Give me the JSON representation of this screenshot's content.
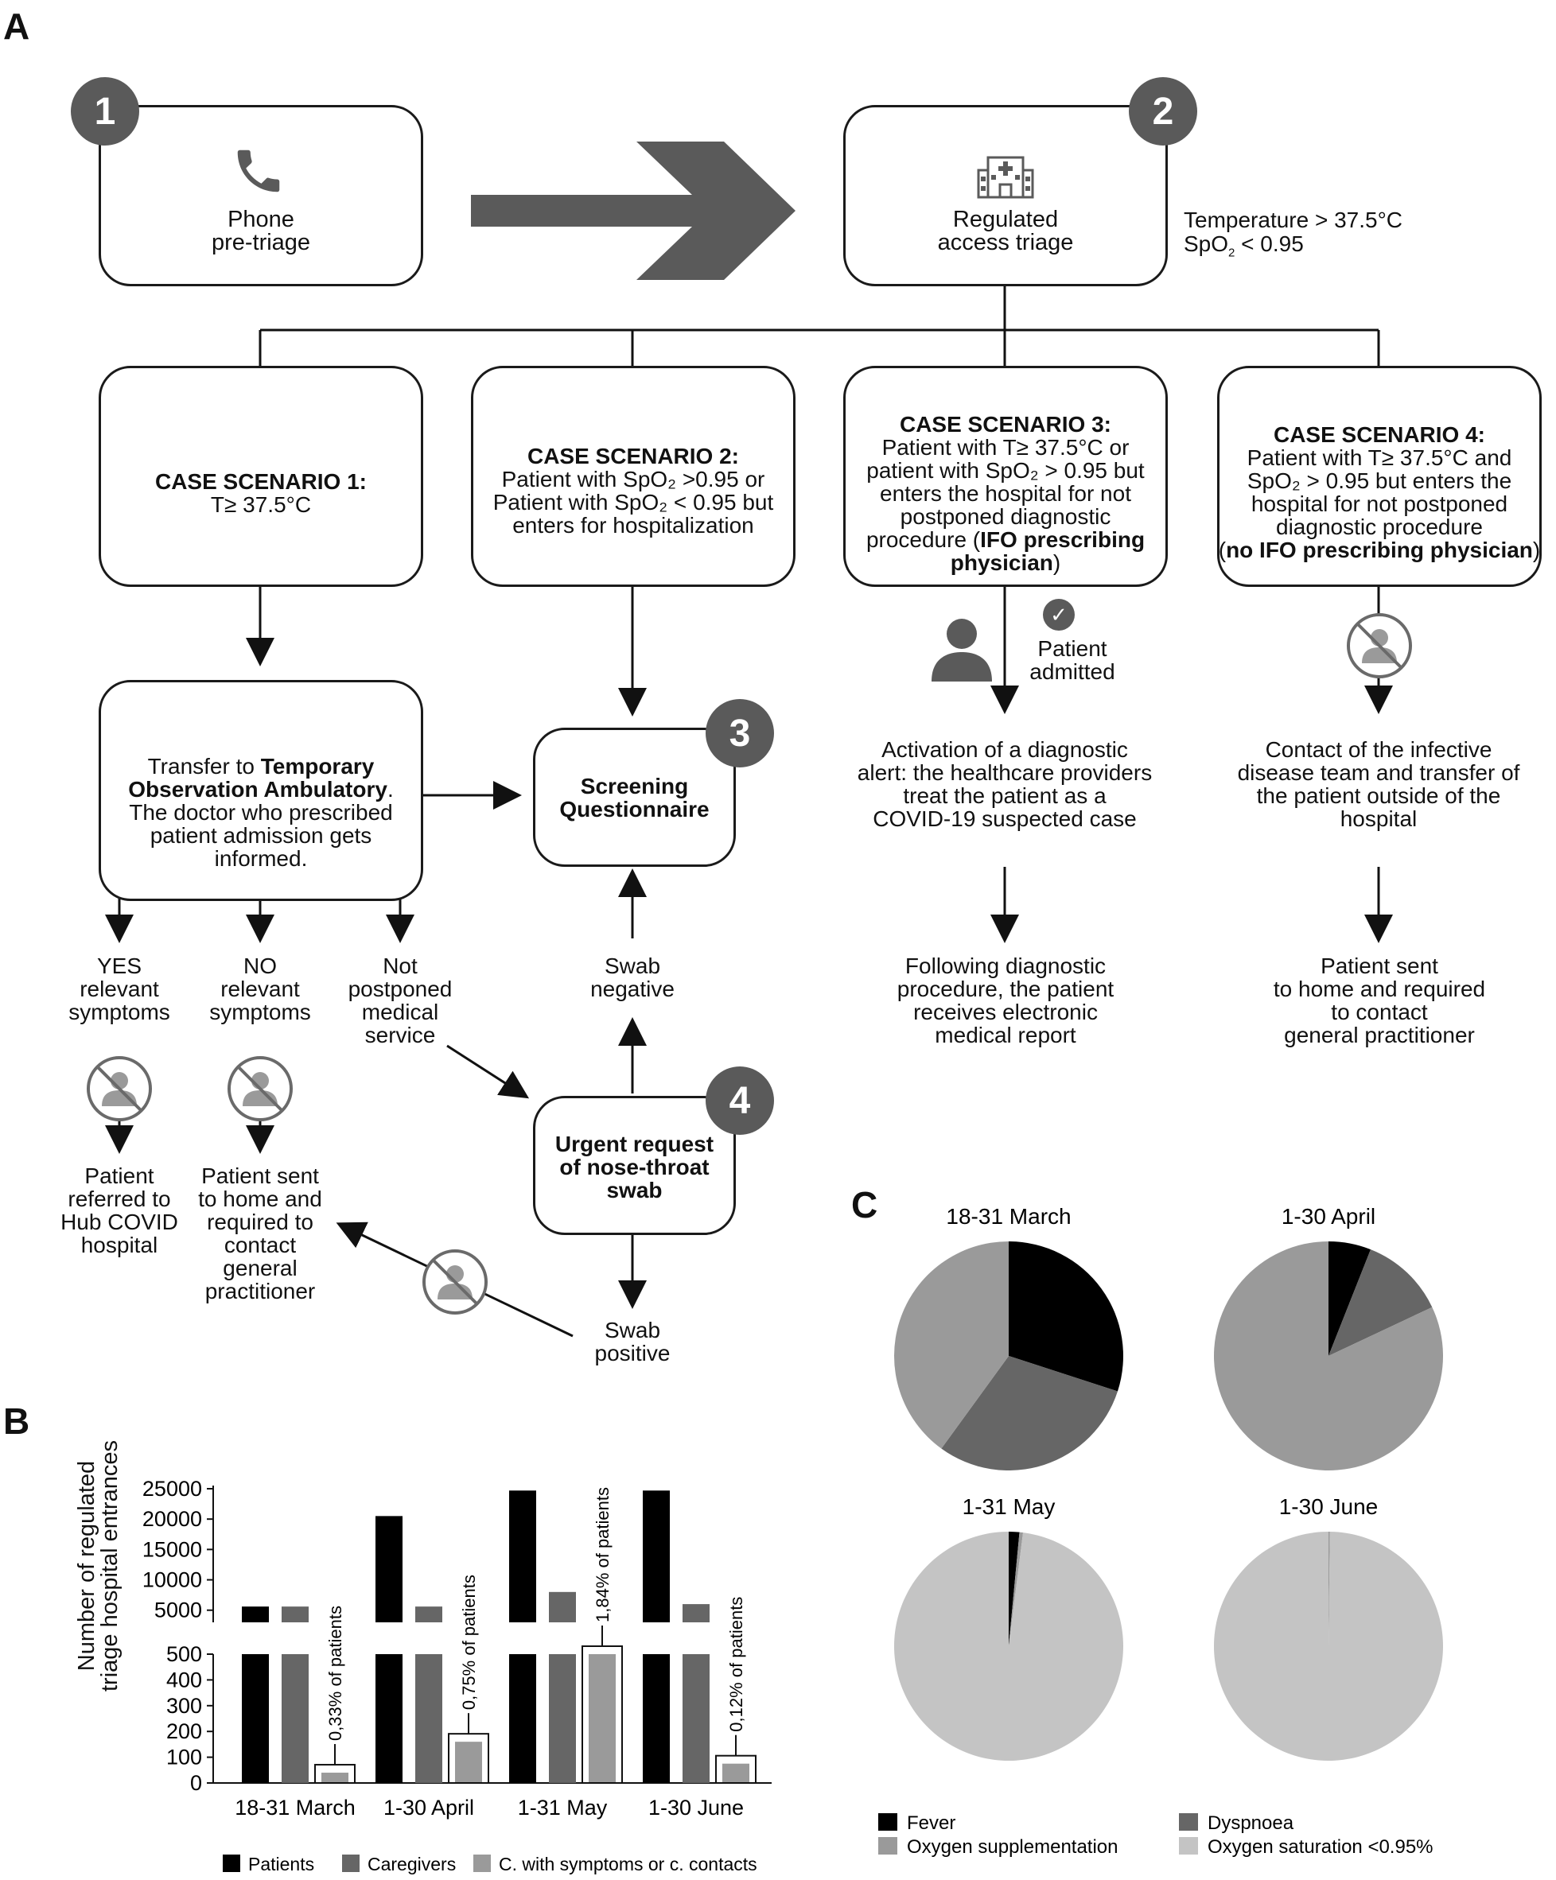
{
  "panels": {
    "a": "A",
    "b": "B",
    "c": "C"
  },
  "steps": {
    "s1": {
      "number": "1",
      "label": "Phone\npre-triage",
      "icon": "phone-icon"
    },
    "s2": {
      "number": "2",
      "label": "Regulated\naccess triage",
      "icon": "hospital-icon"
    },
    "criteria_line1": "Temperature > 37.5°C",
    "criteria_line2_prefix": "SpO",
    "criteria_line2_sub": "2",
    "criteria_line2_suffix": " < 0.95"
  },
  "scenarios": {
    "sc1": {
      "title": "CASE SCENARIO 1:",
      "body": "T≥ 37.5°C"
    },
    "sc2": {
      "title": "CASE SCENARIO 2:",
      "body": "Patient with SpO₂ >0.95 or\nPatient with SpO₂ < 0.95 but\nenters for hospitalization"
    },
    "sc3": {
      "title": "CASE SCENARIO 3:",
      "body": "Patient with T≥ 37.5°C or\npatient with SpO₂ > 0.95 but\nenters the hospital for not\npostponed diagnostic\nprocedure (",
      "bold": "IFO prescribing\nphysician",
      "tail": ")"
    },
    "sc4": {
      "title": "CASE SCENARIO 4:",
      "body": "Patient with T≥ 37.5°C and\nSpO₂ > 0.95 but enters the\nhospital for not postponed\ndiagnostic procedure\n(",
      "bold": "no IFO prescribing physician",
      "tail": ")"
    }
  },
  "transfer": {
    "pre": "Transfer to ",
    "bold": "Temporary\nObservation Ambulatory",
    "post": ".\nThe doctor who prescribed\npatient admission gets\ninformed."
  },
  "screening": {
    "number": "3",
    "label": "Screening\nQuestionnaire"
  },
  "urgent": {
    "number": "4",
    "label": "Urgent request\nof nose-throat\nswab"
  },
  "branches": {
    "yes": "YES\nrelevant\nsymptoms",
    "no": "NO\nrelevant\nsymptoms",
    "not_postponed": "Not\npostponed\nmedical\nservice",
    "hub": "Patient\nreferred to\nHub COVID\nhospital",
    "home": "Patient sent\nto home and\nrequired to\ncontact\ngeneral\npractitioner",
    "swab_neg": "Swab\nnegative",
    "swab_pos": "Swab\npositive",
    "admitted": "Patient\nadmitted",
    "alert": "Activation of a diagnostic\nalert: the healthcare providers\ntreat the patient as a\nCOVID-19 suspected case",
    "report": "Following diagnostic\nprocedure, the patient\nreceives electronic\nmedical report",
    "contact_team": "Contact of the infective\ndisease team and transfer of\nthe patient outside of the\nhospital",
    "sent_home": "Patient sent\nto home and required\nto contact\ngeneral practitioner",
    "check": "✓"
  },
  "chart_data": [
    {
      "type": "bar",
      "ylabel": "Number of regulated\ntriage hospital entrances",
      "categories": [
        "18-31 March",
        "1-30 April",
        "1-31 May",
        "1-30 June"
      ],
      "series": [
        {
          "name": "Patients",
          "values": [
            5600,
            20500,
            24700,
            24700
          ],
          "color": "#000000"
        },
        {
          "name": "Caregivers",
          "values": [
            5600,
            5600,
            8000,
            6000
          ],
          "color": "#666666"
        },
        {
          "name": "C. with symptoms or c. contacts",
          "values": [
            40,
            160,
            500,
            75
          ],
          "color": "#9a9a9a"
        }
      ],
      "upper_ticks": [
        "25000",
        "20000",
        "15000",
        "10000",
        "5000"
      ],
      "lower_ticks": [
        "500",
        "400",
        "300",
        "200",
        "100",
        "0"
      ],
      "annotations": [
        "0,33% of patients",
        "0,75% of patients",
        "1,84% of patients",
        "0,12% of patients"
      ]
    },
    {
      "type": "pie",
      "charts": [
        {
          "title": "18-31 March",
          "values": [
            0.3,
            0.3,
            0.4,
            0.0
          ]
        },
        {
          "title": "1-30 April",
          "values": [
            0.06,
            0.12,
            0.82,
            0.0
          ]
        },
        {
          "title": "1-31 May",
          "values": [
            0.015,
            0.0,
            0.005,
            0.98
          ]
        },
        {
          "title": "1-30 June",
          "values": [
            0.0,
            0.0,
            0.002,
            0.998
          ]
        }
      ],
      "legend": [
        "Fever",
        "Dyspnoea",
        "Oxygen supplementation",
        "Oxygen saturation <0.95%"
      ],
      "colors": [
        "#000000",
        "#666666",
        "#9a9a9a",
        "#c4c4c4"
      ]
    }
  ]
}
